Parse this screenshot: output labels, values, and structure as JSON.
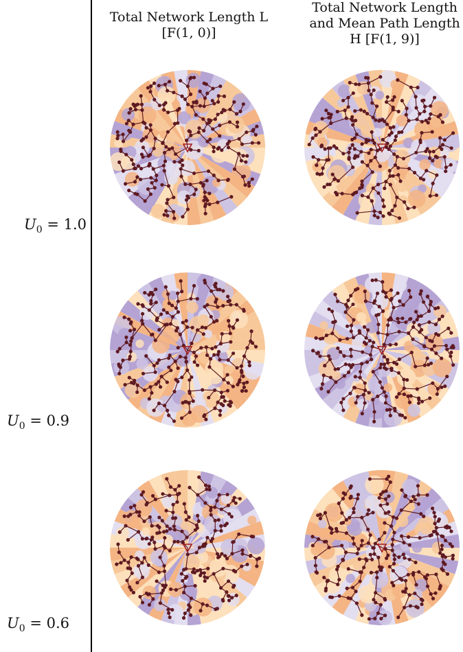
{
  "columns": [
    {
      "lines": [
        "Total Network Length L",
        "[F(1, 0)]"
      ]
    },
    {
      "lines": [
        "Total Network Length",
        "and Mean Path Length",
        "H [F(1, 9)]"
      ]
    }
  ],
  "rows": [
    {
      "symbol": "U",
      "subscript": "0",
      "value": "= 1.0"
    },
    {
      "symbol": "U",
      "subscript": "0",
      "value": "= 0.9"
    },
    {
      "symbol": "U",
      "subscript": "0",
      "value": "= 0.6"
    }
  ],
  "colors": {
    "edge": "#5e1a22",
    "node": "#5e1a22",
    "root": "#a31b1b",
    "sector_palette": [
      "#f4b483",
      "#fde0bc",
      "#b4a3d3",
      "#e3def0",
      "#f7c89a",
      "#cdc3e3"
    ],
    "axis": "#000000"
  }
}
